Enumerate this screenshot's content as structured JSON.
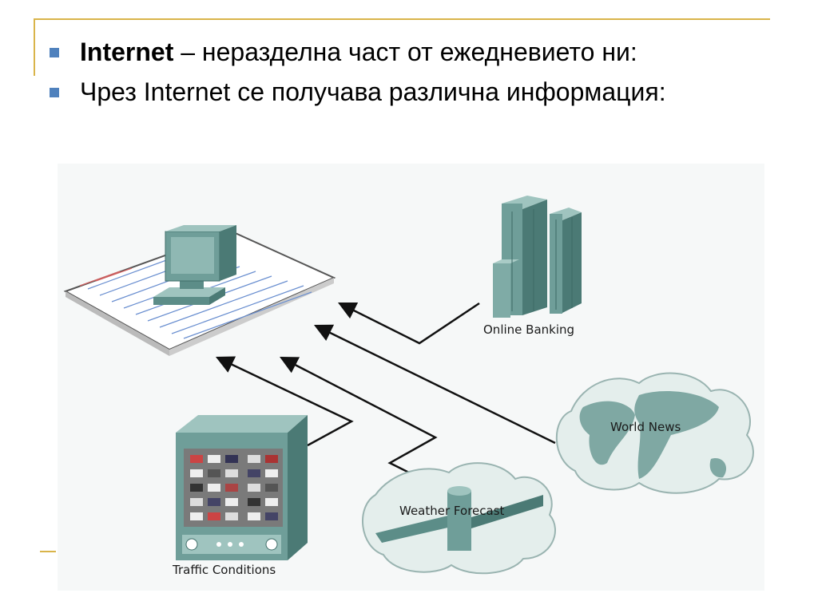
{
  "bullets": [
    {
      "bold": "Internet",
      "rest": " – неразделна част от ежедневието ни:"
    },
    {
      "bold": "",
      "rest": "Чрез Internet се получава различна информация:"
    }
  ],
  "diagram": {
    "labels": {
      "banking": "Online Banking",
      "news": "World News",
      "weather": "Weather Forecast",
      "traffic": "Traffic Conditions"
    }
  },
  "colors": {
    "bullet": "#4f81bd",
    "rule": "#d9b44a",
    "device_teal": "#6f9e99",
    "cloud": "#e4eeec"
  }
}
